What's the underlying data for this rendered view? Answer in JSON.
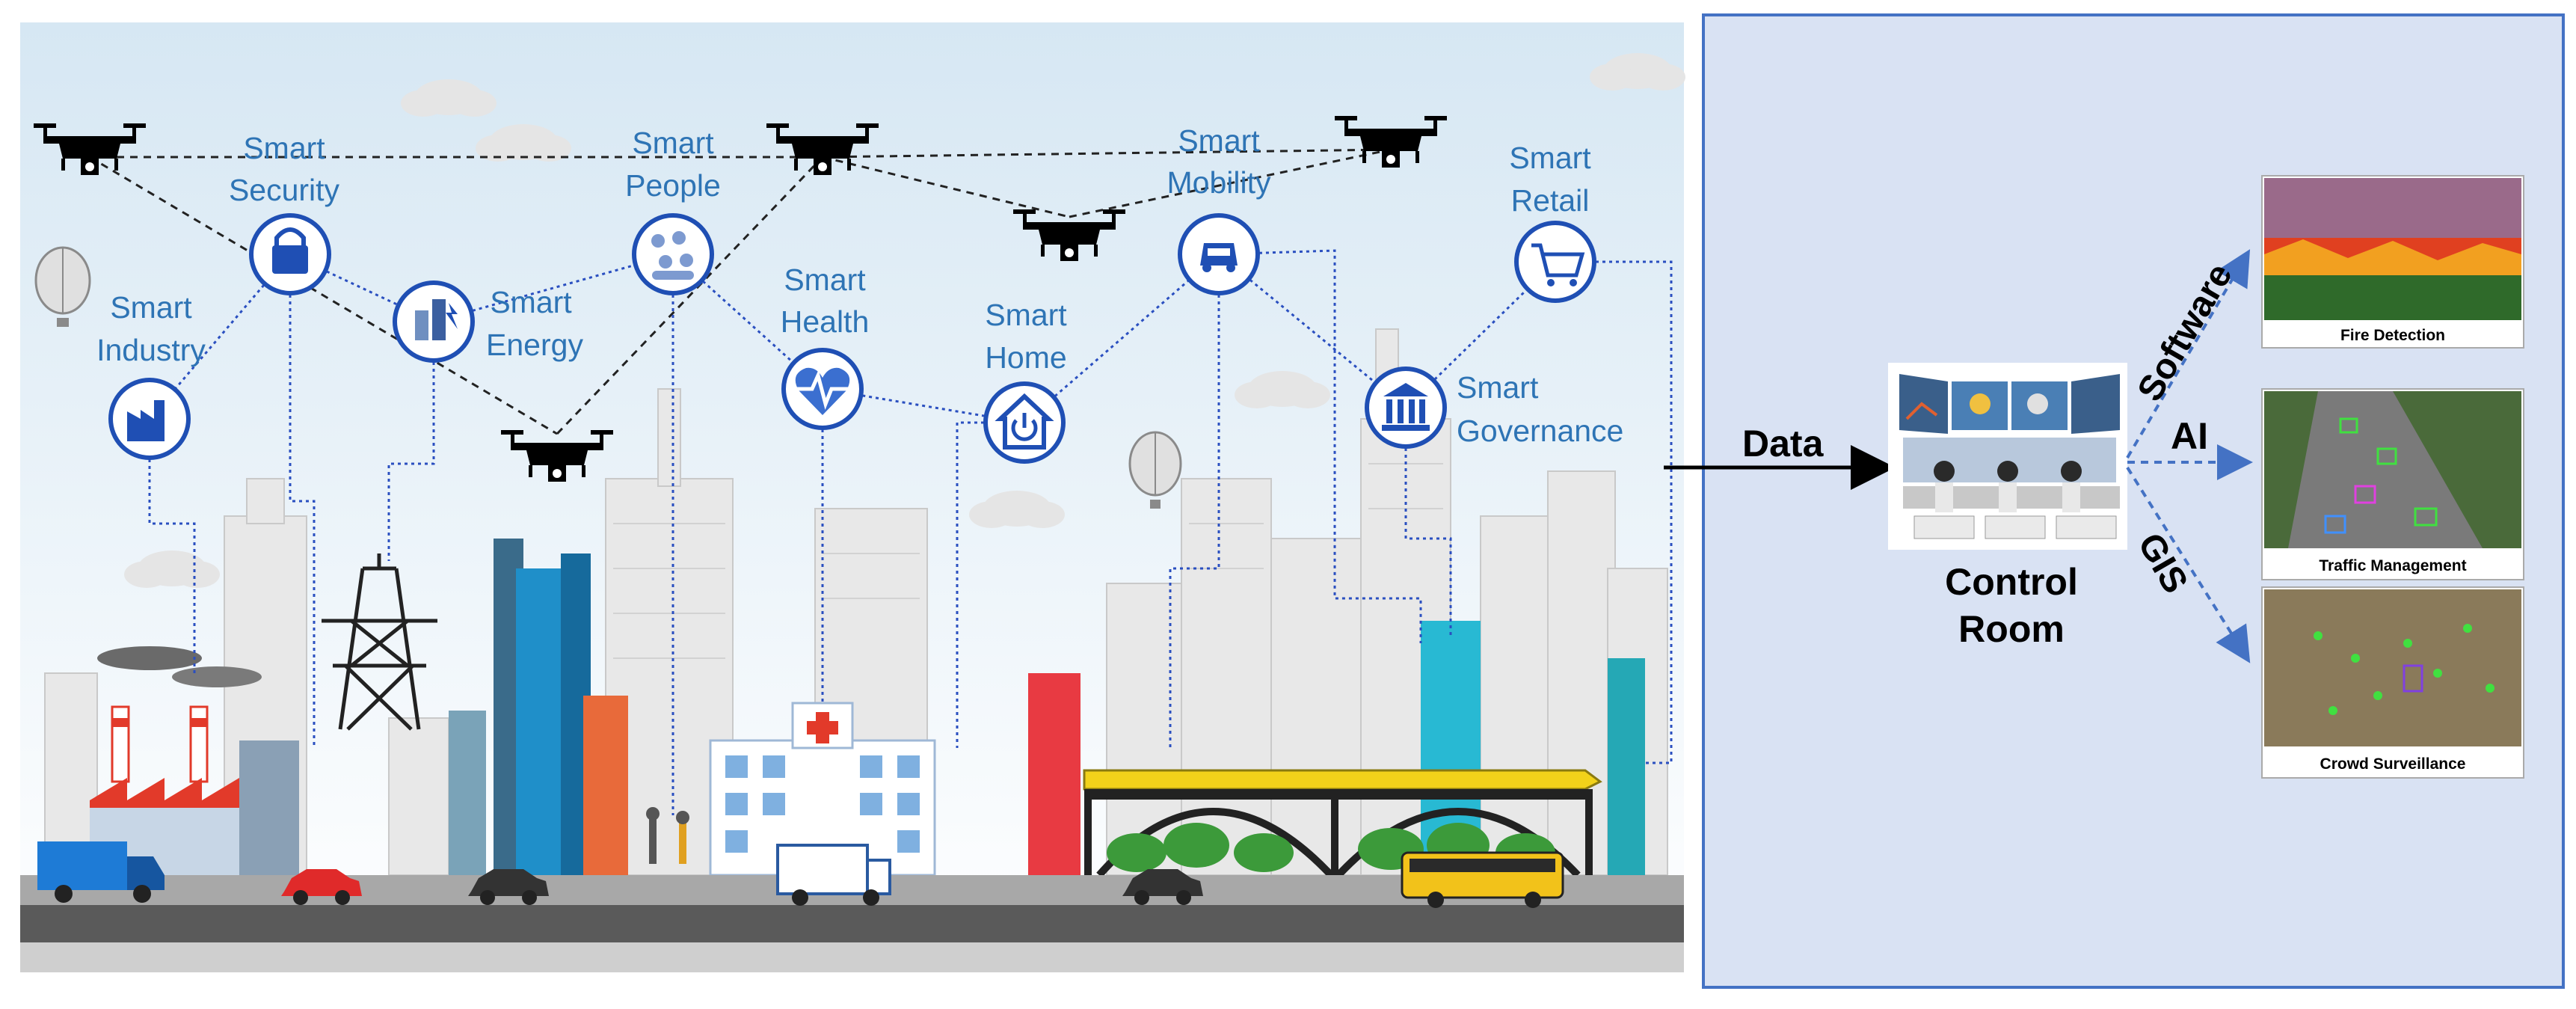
{
  "city": {
    "nodes": [
      {
        "id": "security",
        "line1": "Smart",
        "line2": "Security",
        "icon": "lock-icon"
      },
      {
        "id": "industry",
        "line1": "Smart",
        "line2": "Industry",
        "icon": "factory-icon"
      },
      {
        "id": "energy",
        "line1": "Smart",
        "line2": "Energy",
        "icon": "energy-icon"
      },
      {
        "id": "people",
        "line1": "Smart",
        "line2": "People",
        "icon": "people-icon"
      },
      {
        "id": "health",
        "line1": "Smart",
        "line2": "Health",
        "icon": "heartbeat-icon"
      },
      {
        "id": "home",
        "line1": "Smart",
        "line2": "Home",
        "icon": "home-power-icon"
      },
      {
        "id": "mobility",
        "line1": "Smart",
        "line2": "Mobility",
        "icon": "car-icon"
      },
      {
        "id": "retail",
        "line1": "Smart",
        "line2": "Retail",
        "icon": "cart-icon"
      },
      {
        "id": "governance",
        "line1": "Smart",
        "line2": "Governance",
        "icon": "bank-icon"
      }
    ],
    "drone_icon": "drone-icon"
  },
  "panel": {
    "data_label": "Data",
    "control_room_line1": "Control",
    "control_room_line2": "Room",
    "branches": [
      {
        "label": "Software",
        "caption": "Fire Detection"
      },
      {
        "label": "AI",
        "caption": "Traffic Management"
      },
      {
        "label": "GIS",
        "caption": "Crowd Surveillance"
      }
    ]
  },
  "colors": {
    "smart_label": "#2e74b5",
    "icon_ring": "#1f4fb4",
    "panel_bg": "#d9e2f3",
    "panel_border": "#4472c4",
    "arrow": "#4472c4"
  }
}
